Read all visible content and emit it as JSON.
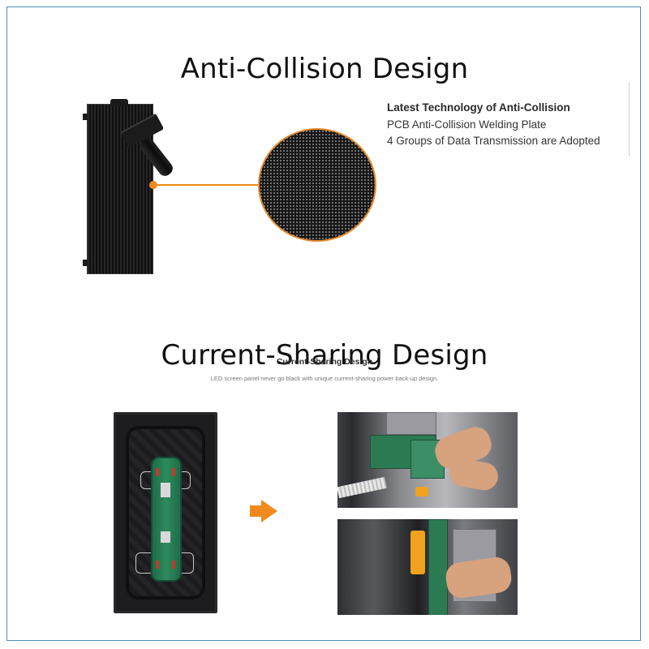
{
  "sections": {
    "anti_collision": {
      "title": "Anti-Collision Design",
      "features": {
        "heading": "Latest Technology of Anti-Collision",
        "items": [
          "PCB Anti-Collision Welding Plate",
          "4 Groups of Data Transmission are Adopted"
        ]
      }
    },
    "current_sharing": {
      "title": "Current-Sharing Design",
      "subtitle": "Current-Sharing Design",
      "description": "LED screen panel never go black with unique current-sharing power back-up design."
    }
  },
  "colors": {
    "accent": "#f08a1c",
    "frame_border": "#4a8fc0",
    "pcb_green": "#2e8a5c"
  },
  "icons": {
    "flow_arrow": "arrow-right-icon"
  }
}
